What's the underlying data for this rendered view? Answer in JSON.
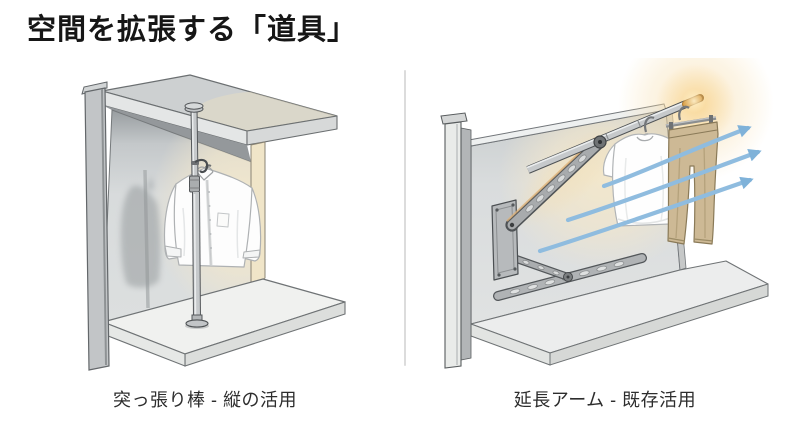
{
  "title": "空間を拡張する「道具」",
  "panels": {
    "left": {
      "caption": "突っ張り棒 - 縦の活用"
    },
    "right": {
      "caption": "延長アーム - 既存活用"
    }
  },
  "colors": {
    "text_dark": "#161616",
    "caption_gray": "#2d2d2d",
    "wall_gray": "#d9dcdd",
    "metal_gray": "#a8abad",
    "warm_glow": "#f6d9a0",
    "rod_tip_gold": "#d79b40",
    "pants_tan": "#cdb995",
    "arrow_blue": "#8fbcdf",
    "divider_gray": "#dcdcdc"
  }
}
